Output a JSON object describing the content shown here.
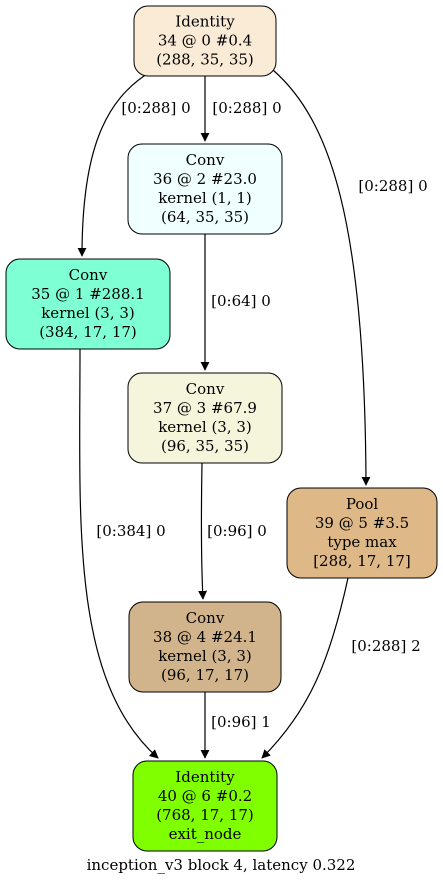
{
  "nodes": [
    {
      "id": "n34",
      "fill": "#FAEBD7",
      "lines": [
        "Identity",
        "34 @ 0 #0.4",
        "(288, 35, 35)"
      ]
    },
    {
      "id": "n36",
      "fill": "#F0FFFF",
      "lines": [
        "Conv",
        "36 @ 2 #23.0",
        "kernel (1, 1)",
        "(64, 35, 35)"
      ]
    },
    {
      "id": "n35",
      "fill": "#7FFFD4",
      "lines": [
        "Conv",
        "35 @ 1 #288.1",
        "kernel (3, 3)",
        "(384, 17, 17)"
      ]
    },
    {
      "id": "n37",
      "fill": "#F5F5DC",
      "lines": [
        "Conv",
        "37 @ 3 #67.9",
        "kernel (3, 3)",
        "(96, 35, 35)"
      ]
    },
    {
      "id": "n39",
      "fill": "#DEB887",
      "lines": [
        "Pool",
        "39 @ 5 #3.5",
        "type max",
        "[288, 17, 17]"
      ]
    },
    {
      "id": "n38",
      "fill": "#D2B48C",
      "lines": [
        "Conv",
        "38 @ 4 #24.1",
        "kernel (3, 3)",
        "(96, 17, 17)"
      ]
    },
    {
      "id": "n40",
      "fill": "#7FFF00",
      "lines": [
        "Identity",
        "40 @ 6 #0.2",
        "(768, 17, 17)",
        "exit_node"
      ]
    }
  ],
  "edges": [
    {
      "id": "e34_35",
      "from": "n34",
      "to": "n35",
      "label": "[0:288] 0"
    },
    {
      "id": "e34_36",
      "from": "n34",
      "to": "n36",
      "label": "[0:288] 0"
    },
    {
      "id": "e34_39",
      "from": "n34",
      "to": "n39",
      "label": "[0:288] 0"
    },
    {
      "id": "e36_37",
      "from": "n36",
      "to": "n37",
      "label": "[0:64] 0"
    },
    {
      "id": "e35_40",
      "from": "n35",
      "to": "n40",
      "label": "[0:384] 0"
    },
    {
      "id": "e37_38",
      "from": "n37",
      "to": "n38",
      "label": "[0:96] 0"
    },
    {
      "id": "e39_40",
      "from": "n39",
      "to": "n40",
      "label": "[0:288] 2"
    },
    {
      "id": "e38_40",
      "from": "n38",
      "to": "n40",
      "label": "[0:96] 1"
    }
  ],
  "caption": "inception_v3 block 4, latency 0.322"
}
